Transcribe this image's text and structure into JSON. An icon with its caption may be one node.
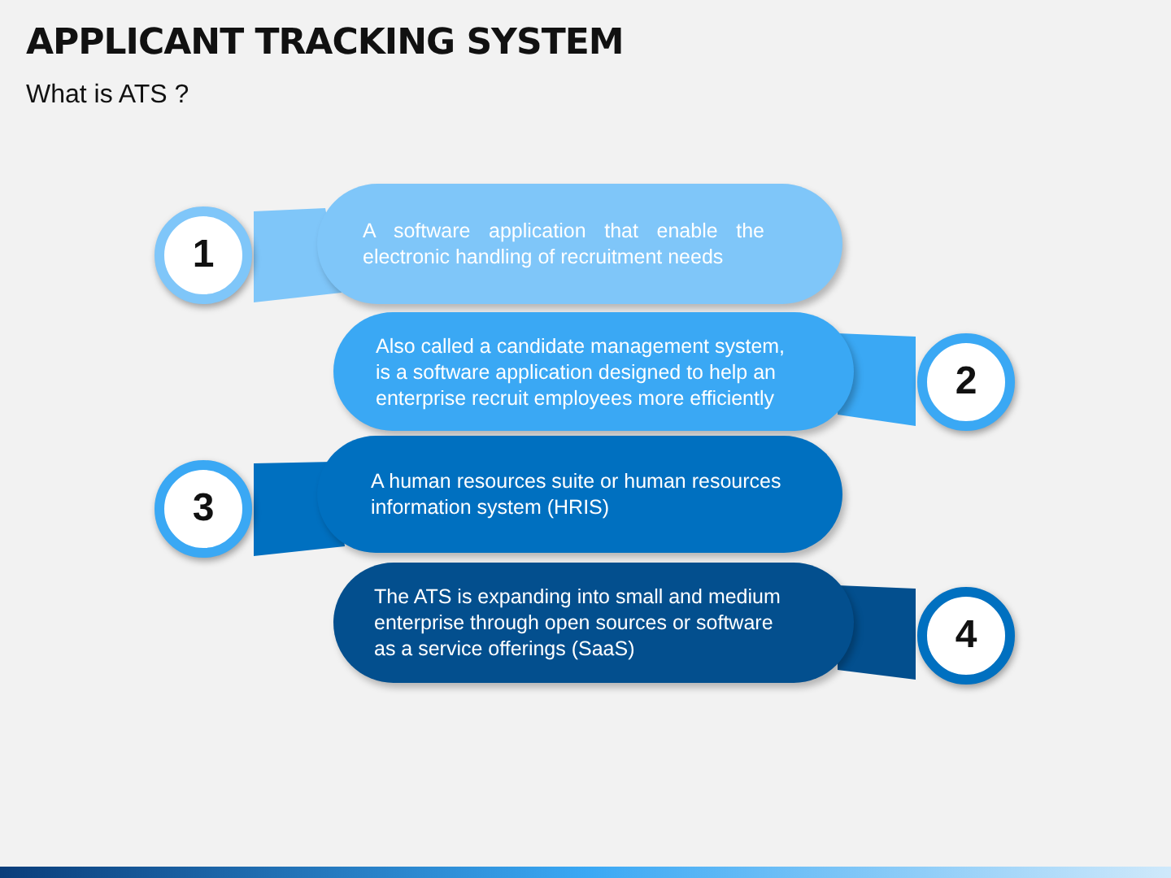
{
  "diagram": {
    "title": "APPLICANT TRACKING SYSTEM",
    "nodes": [
      {
        "text": [
          "1"
        ]
      },
      {
        "text": [
          "A software application that enable the electronic handling of recruitment needs"
        ]
      },
      {
        "text": [
          "Also called a candidate management system, is a software application designed to help an enterprise recruit employees more efficiently"
        ]
      },
      {
        "text": [
          "2"
        ]
      },
      {
        "text": [
          "3"
        ]
      },
      {
        "text": [
          "A human resources suite or human resources information system (HRIS)"
        ]
      },
      {
        "text": [
          "The ATS is expanding into small and medium enterprise through open sources or software as a service offerings (SaaS)"
        ]
      },
      {
        "text": [
          "4"
        ]
      }
    ],
    "labels": [
      "What is ATS ?"
    ]
  }
}
